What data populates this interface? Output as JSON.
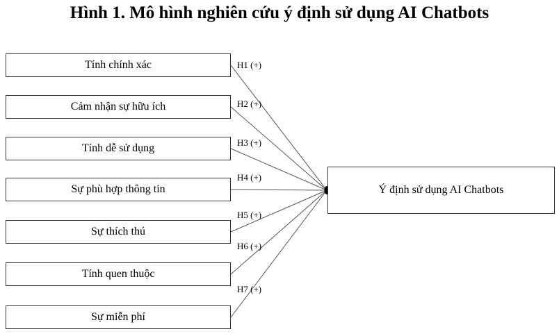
{
  "title": "Hình 1. Mô hình nghiên cứu ý định sử dụng AI Chatbots",
  "factors": [
    {
      "label": "Tính chính xác",
      "hypothesis": "H1 (+)"
    },
    {
      "label": "Cảm nhận sự hữu ích",
      "hypothesis": "H2 (+)"
    },
    {
      "label": "Tính dễ sử dụng",
      "hypothesis": "H3 (+)"
    },
    {
      "label": "Sự phù hợp thông tin",
      "hypothesis": "H4 (+)"
    },
    {
      "label": "Sự thích thú",
      "hypothesis": "H5 (+)"
    },
    {
      "label": "Tính quen thuộc",
      "hypothesis": "H6 (+)"
    },
    {
      "label": "Sự miễn phí",
      "hypothesis": "H7 (+)"
    }
  ],
  "outcome": "Ý định sử dụng AI Chatbots",
  "colors": {
    "line": "#555555",
    "border": "#333333",
    "text": "#000000"
  }
}
